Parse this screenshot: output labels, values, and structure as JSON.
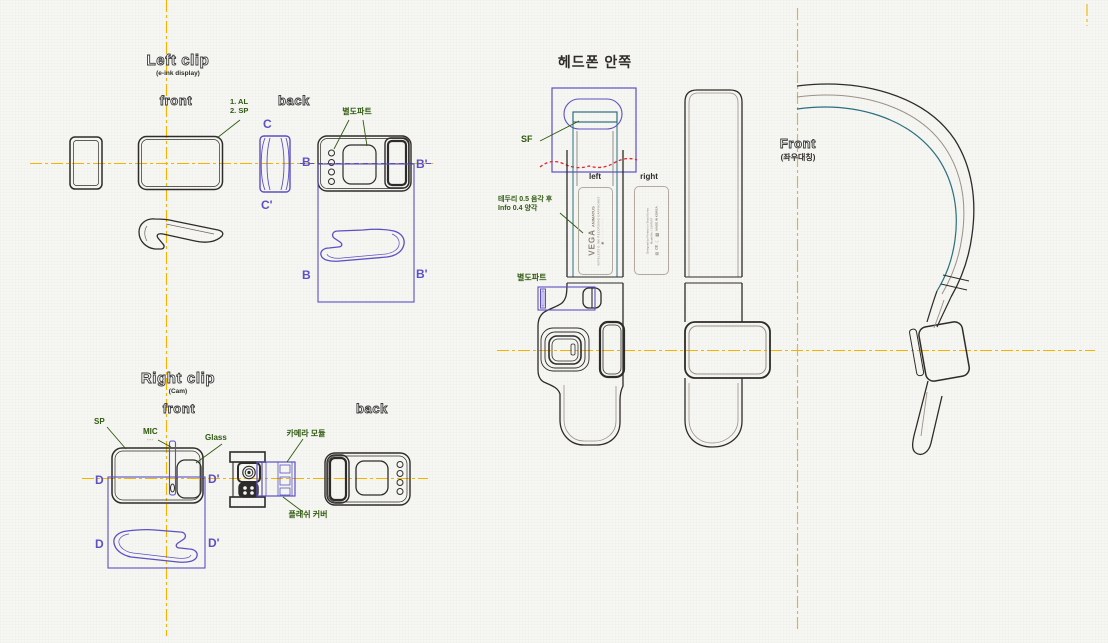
{
  "colors": {
    "line": "#2e2c2a",
    "secondary": "#9a9186",
    "purple": "#5b50c5",
    "teal": "#2c6f80",
    "green": "#2f5a10",
    "centerline": "#f2b400",
    "red": "#e5232e",
    "plate": "#8c8374",
    "background": "#f6f6f2"
  },
  "left_clip": {
    "title": "Left clip",
    "subtitle": "(e-ink display)",
    "front_label": "front",
    "back_label": "back",
    "note_line1": "1. AL",
    "note_line2": "2. SP",
    "part_label": "별도파트",
    "marker_c": "C",
    "marker_c2": "C'",
    "marker_b": "B",
    "marker_b2": "B'"
  },
  "right_clip": {
    "title": "Right clip",
    "subtitle": "(Cam)",
    "front_label": "front",
    "back_label": "back",
    "sp_label": "SP",
    "mic_label": "MIC",
    "mic_note": "····",
    "glass_label": "Glass",
    "camera_module_label": "카메라 모듈",
    "flash_cover_label": "플래쉬 커버",
    "marker_d": "D",
    "marker_d2": "D'"
  },
  "headphone_inner": {
    "title": "헤드폰 안쪽",
    "sf_label": "SF",
    "left_label": "left",
    "right_label": "right",
    "part_label": "별도파트",
    "engrave_note_line1": "테두리 0.5 음각 후",
    "engrave_note_line2": "Info 0.4 양각",
    "vega_label": {
      "brand": "VEGA",
      "model": "ANIMATUS",
      "tagline": "WIRELESS E-INK RECORDING EARPHONES",
      "fine_print": "··· ···· ··· ·····",
      "indicator_icon": "◉"
    },
    "reg_label": {
      "line1": "Designed by Pentech in Seoul Korea",
      "line2": "Model No. / LB-R007",
      "made_in": "MADE IN KOREA",
      "ce_mark": "CE",
      "icons": {
        "weee": "⊠",
        "kc": "☾",
        "qr": "▦"
      }
    }
  },
  "front_view": {
    "title": "Front",
    "subtitle": "(좌우대칭)"
  }
}
